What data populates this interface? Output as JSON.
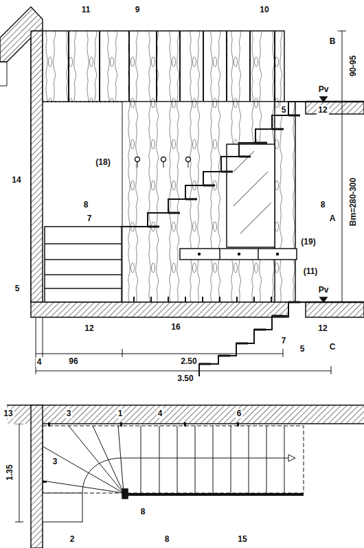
{
  "diagram": {
    "labels": [
      "11",
      "9",
      "10",
      "B",
      "90-95",
      "Pv",
      "12",
      "5",
      "(18)",
      "14",
      "8",
      "8",
      "A",
      "Bm=280-300",
      "(19)",
      "7",
      "(11)",
      "5",
      "Pv",
      "12",
      "16",
      "12",
      "7",
      "5",
      "C",
      "4",
      "96",
      "2.50",
      "3.50",
      "13",
      "3",
      "1",
      "4",
      "6",
      "3",
      "1.35",
      "8",
      "2",
      "8",
      "15"
    ]
  }
}
